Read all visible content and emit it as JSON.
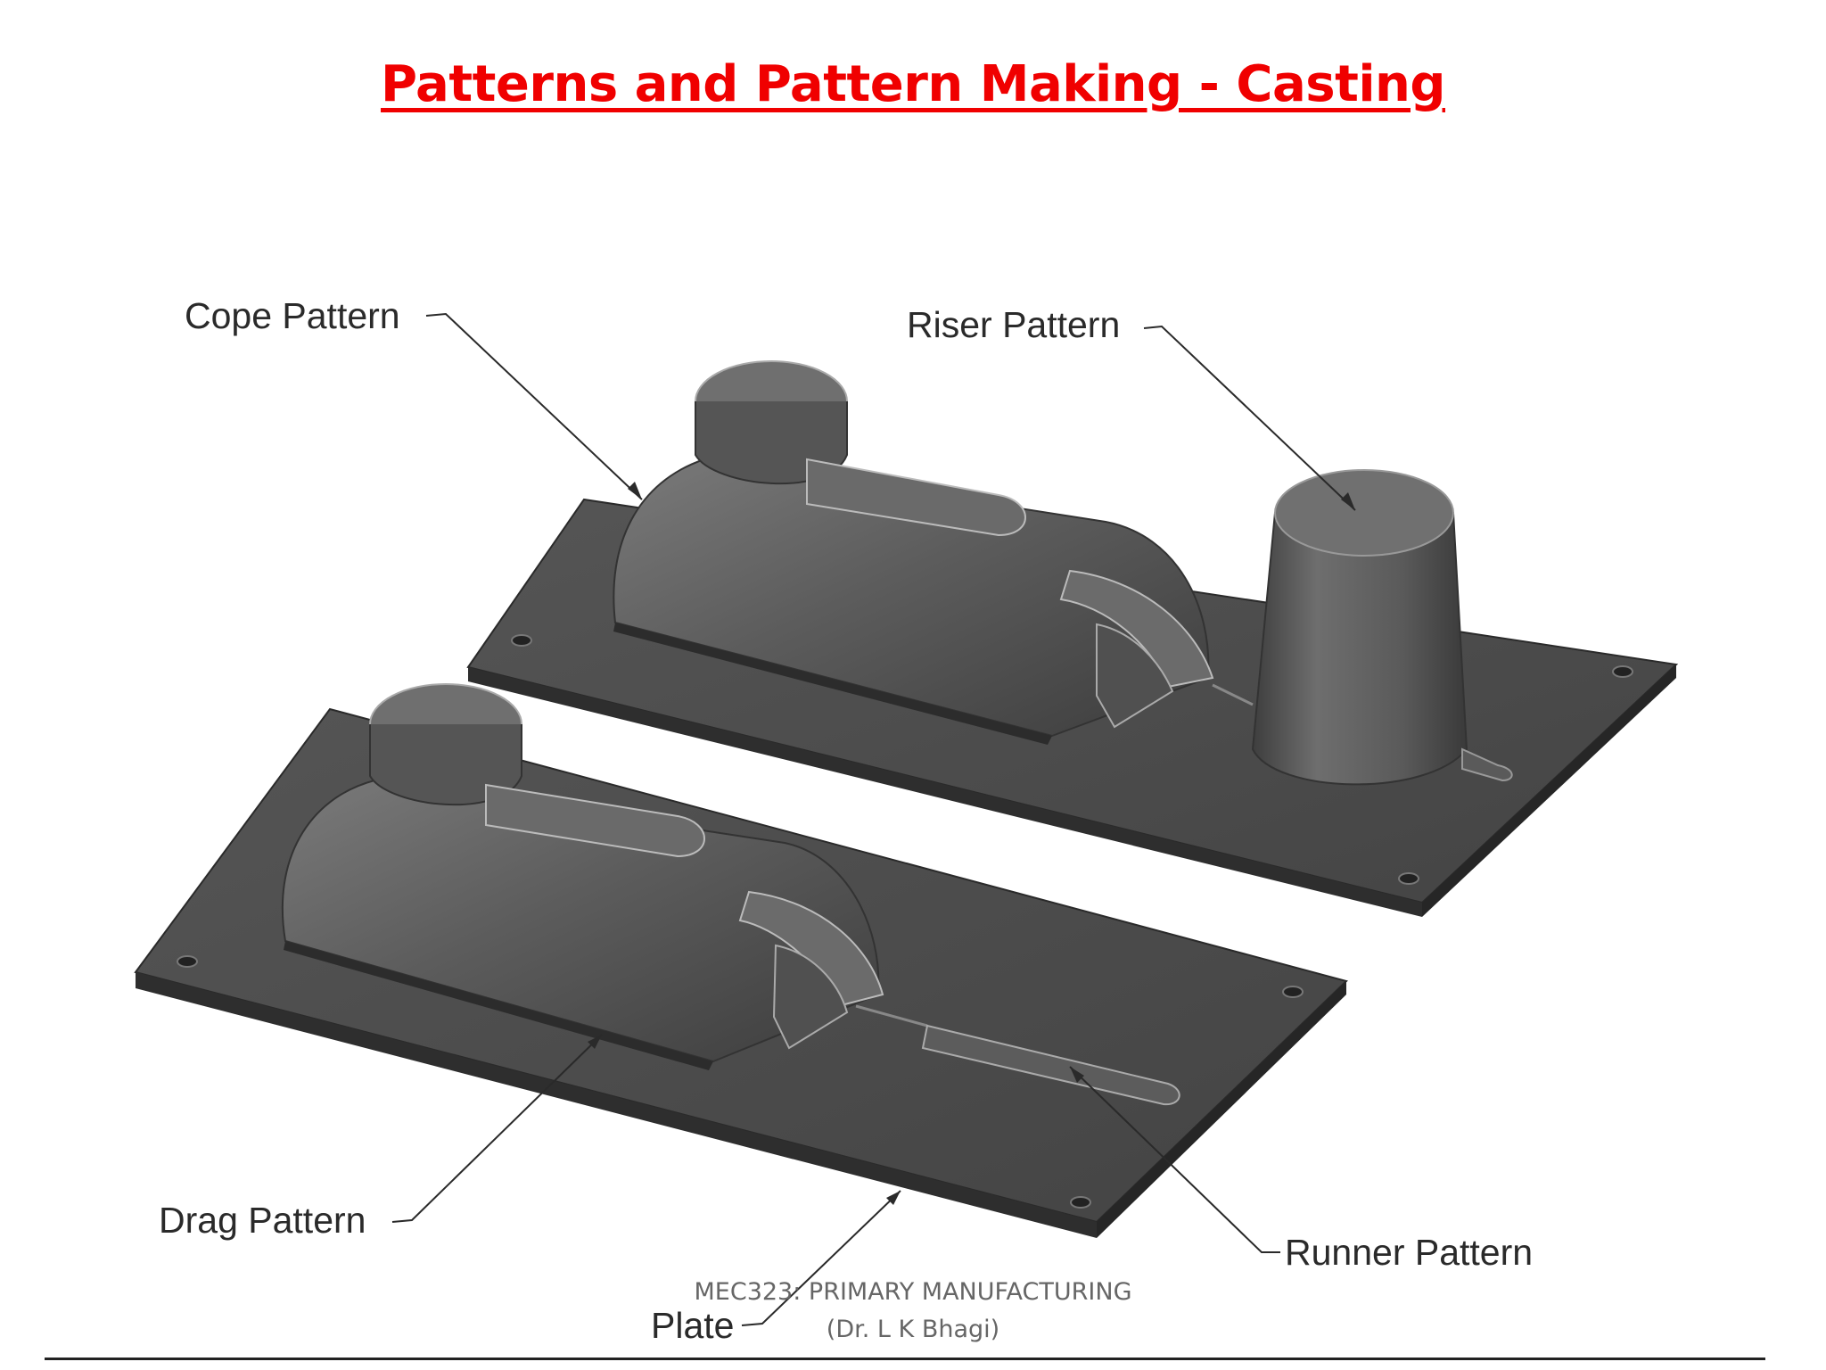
{
  "slide": {
    "title": "Patterns and Pattern Making - Casting",
    "footer_line1": "MEC323: PRIMARY MANUFACTURING",
    "footer_line2": "(Dr. L K Bhagi)"
  },
  "diagram": {
    "callouts": {
      "cope": "Cope Pattern",
      "riser": "Riser Pattern",
      "drag": "Drag Pattern",
      "runner": "Runner Pattern",
      "plate": "Plate"
    },
    "colors": {
      "plate_top": "#4a4a4a",
      "plate_edge": "#2f2f2f",
      "body": "#5a5a5a",
      "highlight": "#bdbdbd",
      "title": "#f00000"
    }
  }
}
